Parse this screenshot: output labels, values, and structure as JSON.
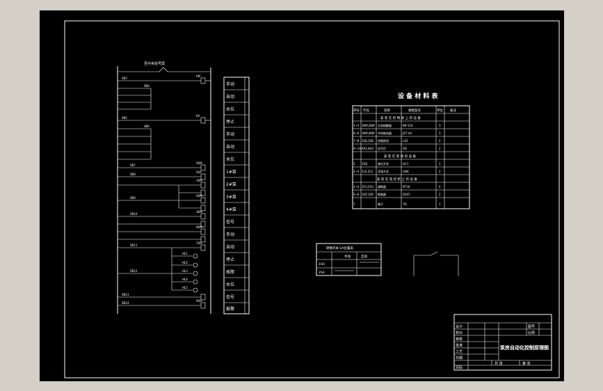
{
  "drawing": {
    "colors": {
      "app_bg": "#d4d0c8",
      "sheet_bg": "#000000",
      "line": "#ffffff"
    },
    "schematic": {
      "header_label": "至中央信号屏",
      "pushbuttons": [
        "SB3",
        "SB4",
        "SB5",
        "SB6",
        "SB7",
        "SB8",
        "SB9",
        "SB10",
        "SB11",
        "SB12",
        "SB13",
        "SB14"
      ],
      "relay_labels": [
        "KM",
        "KA",
        "5KM",
        "5KA",
        "1KM",
        "2KM",
        "3KM",
        "4KM",
        "7SB",
        "9SB"
      ],
      "right_labels": [
        "HL1",
        "HL2",
        "HL3",
        "HL4",
        "HL5"
      ]
    },
    "legend_rows": [
      "手动",
      "自动",
      "水位",
      "停止",
      "手动",
      "自动",
      "水位",
      "1#泵",
      "2#泵",
      "3#泵",
      "4#泵",
      "信号",
      "手动",
      "自动",
      "停止",
      "故障",
      "水位",
      "信号",
      "报警"
    ],
    "material_table": {
      "title": "设 备 材 料 表",
      "headers": [
        "序号",
        "代号",
        "名称",
        "规格型号",
        "单位",
        "备注"
      ],
      "section1": "安 装 在 控 制 屏 上 的 设 备",
      "section2": "安 装 在 现 场 的 设 备",
      "section3": "安 装 在 电 控 柜 上 的 设 备",
      "rows": [
        [
          "1~3",
          "1KM,2KM",
          "交流接触器",
          "B9-110",
          "3",
          ""
        ],
        [
          "4~6",
          "3KM,4KM",
          "中间继电器",
          "JZ7-44",
          "3",
          ""
        ],
        [
          "7~8",
          "1SB,2SB",
          "控制按钮",
          "LA2",
          "2",
          ""
        ],
        [
          "9~10",
          "KA1,KA2",
          "信号灯",
          "XD",
          "2",
          ""
        ],
        [
          "1",
          "1SQ",
          "液位开关",
          "LK-1",
          "1",
          ""
        ],
        [
          "2~3",
          "1LS,2LS",
          "浮球开关",
          "UQK",
          "2",
          ""
        ],
        [
          "1~4",
          "1FU,2FU",
          "熔断器",
          "RT18",
          "4",
          ""
        ],
        [
          "5~6",
          "1QF,2QF",
          "断路器",
          "DZ47",
          "2",
          ""
        ],
        [
          "7",
          "",
          "端子",
          "TD",
          "1",
          ""
        ]
      ]
    },
    "switch_table": {
      "title": "转换开关 SA位置表",
      "rows": [
        "1SA",
        "2SA"
      ],
      "cols": [
        "手动",
        "自动"
      ]
    },
    "title_block": {
      "drawing_title": "泵房自动化控制原理图",
      "left_labels": [
        "设计",
        "校对",
        "审核",
        "批准",
        "工艺",
        "日期"
      ],
      "top_labels": [
        "图号",
        "比例"
      ],
      "bottom_labels": [
        "共 张",
        "第 张",
        "页码"
      ]
    }
  }
}
